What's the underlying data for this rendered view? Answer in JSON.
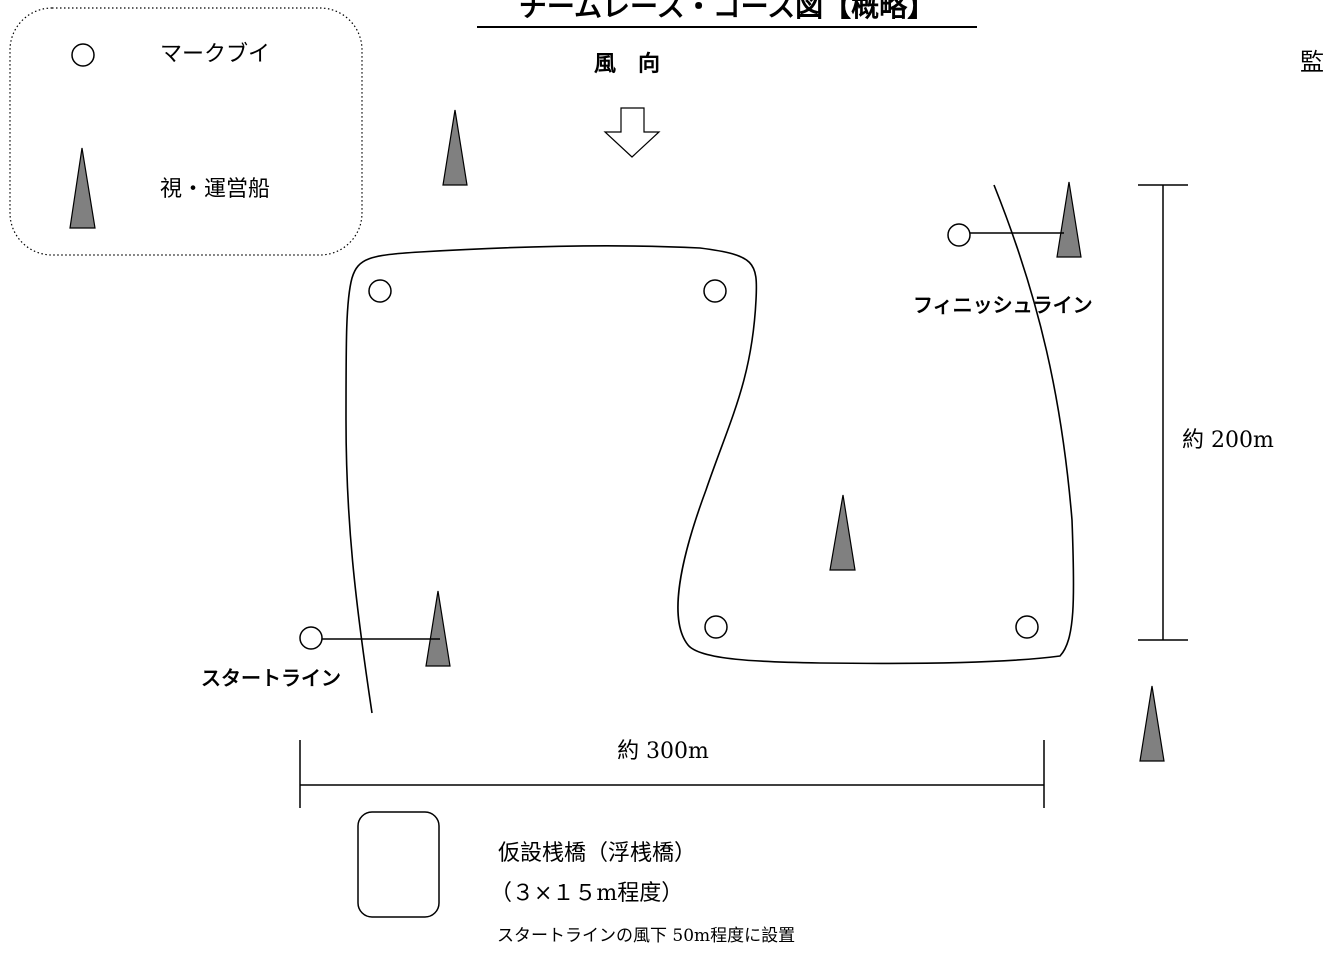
{
  "title": "チームレース・コース図【概略】",
  "wind_label": "風　向",
  "corner_text": "監",
  "legend": {
    "buoy_label": "マークブイ",
    "boat_label": "視・運営船"
  },
  "finish_line_label": "フィニッシュライン",
  "start_line_label": "スタートライン",
  "height_label": "約 200m",
  "width_label": "約 300m",
  "pontoon": {
    "title": "仮設桟橋（浮桟橋）",
    "size": "（３×１５m程度）",
    "note": "スタートラインの風下 50m程度に設置"
  },
  "colors": {
    "boat_fill": "#808080",
    "line": "#000000"
  }
}
